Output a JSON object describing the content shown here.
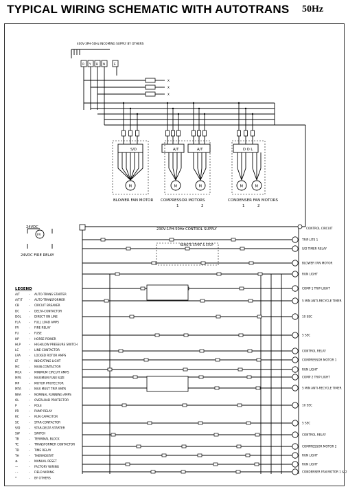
{
  "title": "TYPICAL WIRING SCHEMATIC WITH AUTOTRANS",
  "frequency": "50Hz",
  "supply": {
    "label": "400V-3PH-50Hz INCOMING SUPPLY BY OTHERS",
    "terminals": [
      "R",
      "Y",
      "B",
      "N",
      "E"
    ]
  },
  "power_labels": {
    "sd": "S/D",
    "at1": "A/T",
    "at2": "A/T",
    "dol": "D O L",
    "blower": "BLOWER FAN MOTOR",
    "comp": "COMPRESSOR MOTORS",
    "comp_nums": [
      "1",
      "2"
    ],
    "cond": "CONDENSER FAN MOTORS",
    "cond_nums": [
      "1",
      "2"
    ],
    "motor": "M"
  },
  "control": {
    "supply": "230V-1PH-50Hz CONTROL SUPPLY",
    "circuit": "CONTROL CIRCUIT",
    "fire_supply": "24VDC",
    "fire_relay": "24VDC FIRE RELAY",
    "remote": "REMOTE START & STOP",
    "rungs": [
      "TRIP LITE 1",
      "S/D TIMER RELAY",
      "BLOWER FAN MOTOR",
      "RUN LIGHT",
      "COMP 1 TRIP LIGHT",
      "5 MIN ANTI-RECYCLE TIMER",
      "10 SEC",
      "5 SEC",
      "CONTROL RELAY",
      "COMPRESSOR MOTOR 1",
      "RUN LIGHT",
      "COMP 2 TRIP LIGHT",
      "5 MIN ANTI-RECYCLE TIMER",
      "10 SEC",
      "5 SEC",
      "CONTROL RELAY",
      "COMPRESSOR MOTOR 2",
      "RUN LIGHT",
      "RUN LIGHT",
      "CONDENSER FAN MOTOR 1 & 2"
    ]
  },
  "legend": {
    "title": "LEGEND",
    "items": [
      [
        "A/T",
        "AUTO-TRANS STARTER"
      ],
      [
        "A/T/T",
        "AUTO-TRANSFORMER"
      ],
      [
        "CB",
        "CIRCUIT BREAKER"
      ],
      [
        "DC",
        "DELTA-CONTACTOR"
      ],
      [
        "DOL",
        "DIRECT ON LINE"
      ],
      [
        "FLA",
        "FULL LOAD AMPS"
      ],
      [
        "FR",
        "FIRE RELAY"
      ],
      [
        "FU",
        "FUSE"
      ],
      [
        "HP",
        "HORSE POWER"
      ],
      [
        "HLP",
        "HIGH/LOW PRESSURE SWITCH"
      ],
      [
        "LC",
        "LINE-CONTACTOR"
      ],
      [
        "LRA",
        "LOCKED ROTOR AMPS"
      ],
      [
        "LT",
        "INDICATING LIGHT"
      ],
      [
        "MC",
        "MAIN-CONTACTOR"
      ],
      [
        "MCA",
        "MINIMUM CIRCUIT AMPS"
      ],
      [
        "MFS",
        "MAXIMUM FUSE SIZE"
      ],
      [
        "MP",
        "MOTOR PROTECTOR"
      ],
      [
        "MTA",
        "MAX MUST TRIP AMPS"
      ],
      [
        "NRA",
        "NOMINAL RUNNING AMPS"
      ],
      [
        "OL",
        "OVERLOAD PROTECTOR"
      ],
      [
        "P",
        "POLE"
      ],
      [
        "PR",
        "PUMP RELAY"
      ],
      [
        "RC",
        "RUN CAPACITOR"
      ],
      [
        "SC",
        "STAR-CONTACTOR"
      ],
      [
        "S/D",
        "STAR-DELTA STARTER"
      ],
      [
        "SW",
        "SWITCH"
      ],
      [
        "TB",
        "TERMINAL BLOCK"
      ],
      [
        "TC",
        "TRANSFORMER CONTACTOR"
      ],
      [
        "TD",
        "TIME RELAY"
      ],
      [
        "TH",
        "THERMOSTAT"
      ],
      [
        "⊕",
        "MANUAL RESET"
      ],
      [
        "—",
        "FACTORY WIRING"
      ],
      [
        "- -",
        "FIELD WIRING"
      ],
      [
        "*",
        "BY OTHERS"
      ]
    ]
  },
  "colors": {
    "line": "#000000",
    "frame": "#333333",
    "background": "#ffffff"
  }
}
